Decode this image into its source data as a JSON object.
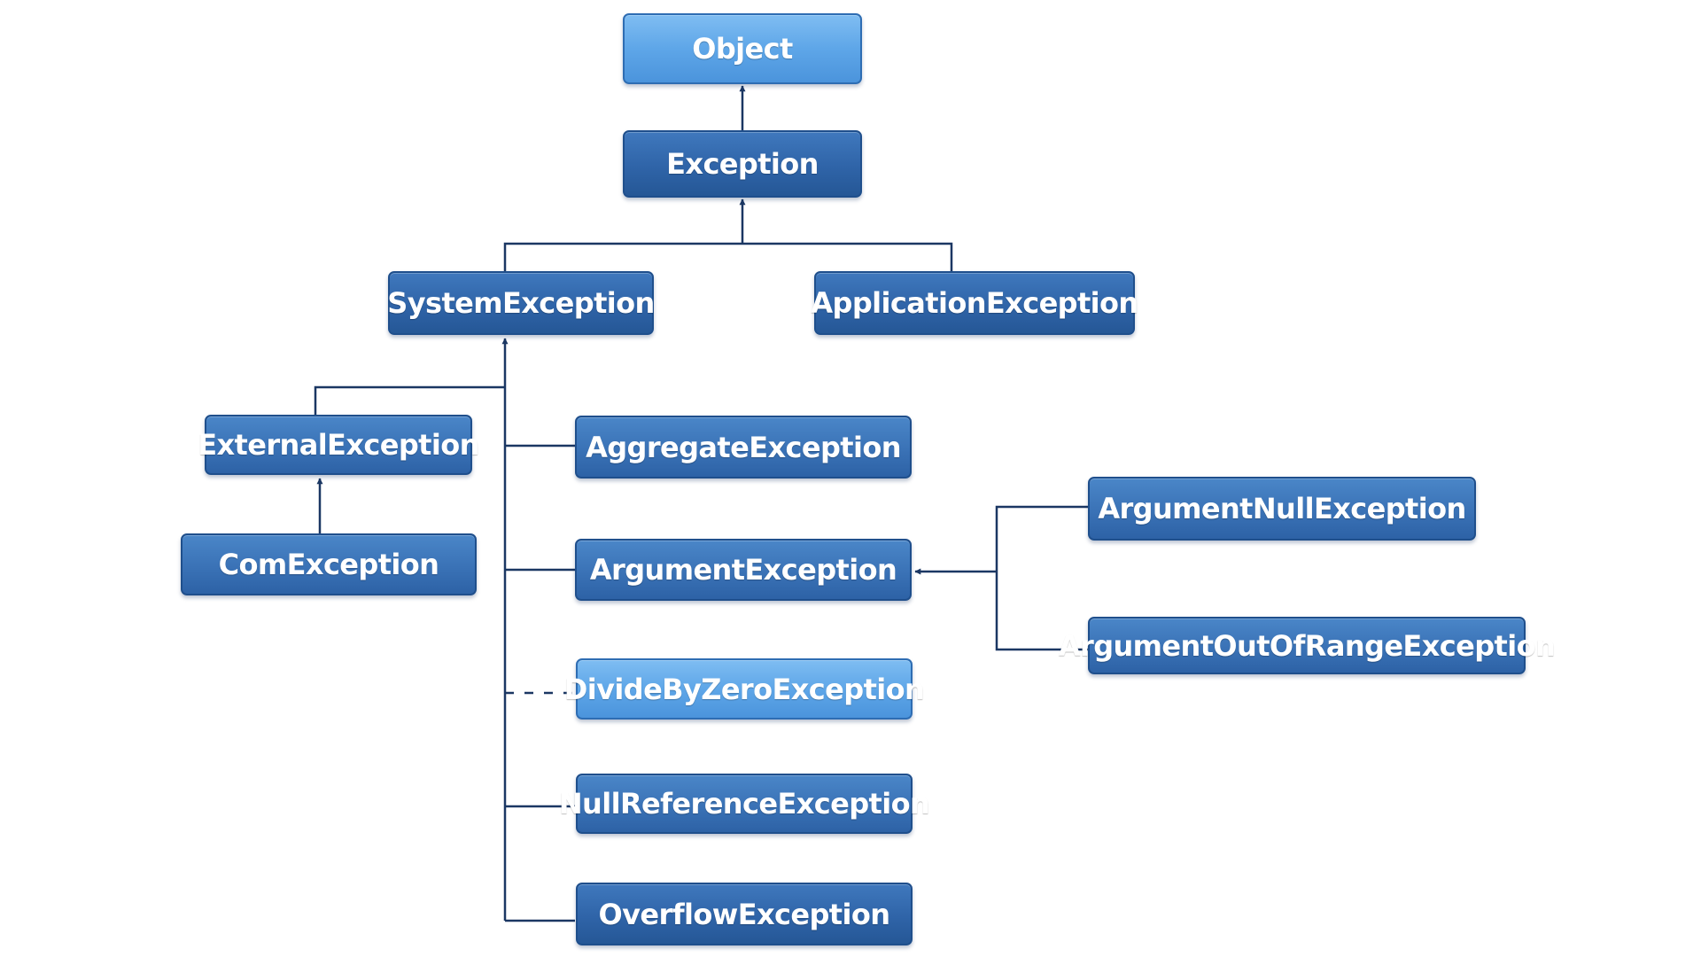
{
  "diagram": {
    "nodes": [
      {
        "id": "object",
        "label": "Object",
        "style": "light"
      },
      {
        "id": "exception",
        "label": "Exception",
        "style": "dark"
      },
      {
        "id": "system",
        "label": "SystemException",
        "style": "dark"
      },
      {
        "id": "application",
        "label": "ApplicationException",
        "style": "dark"
      },
      {
        "id": "external",
        "label": "ExternalException",
        "style": "normal"
      },
      {
        "id": "com",
        "label": "ComException",
        "style": "normal"
      },
      {
        "id": "aggregate",
        "label": "AggregateException",
        "style": "normal"
      },
      {
        "id": "argument",
        "label": "ArgumentException",
        "style": "normal"
      },
      {
        "id": "argnull",
        "label": "ArgumentNullException",
        "style": "normal"
      },
      {
        "id": "argrange",
        "label": "ArgumentOutOfRangeException",
        "style": "normal"
      },
      {
        "id": "dividezero",
        "label": "DivideByZeroException",
        "style": "light"
      },
      {
        "id": "nullref",
        "label": "NullReferenceException",
        "style": "normal"
      },
      {
        "id": "overflow",
        "label": "OverflowException",
        "style": "dark"
      }
    ],
    "relations": [
      {
        "child": "exception",
        "parent": "object"
      },
      {
        "child": "system",
        "parent": "exception"
      },
      {
        "child": "application",
        "parent": "exception"
      },
      {
        "child": "external",
        "parent": "system"
      },
      {
        "child": "aggregate",
        "parent": "system"
      },
      {
        "child": "argument",
        "parent": "system"
      },
      {
        "child": "dividezero",
        "parent": "system"
      },
      {
        "child": "nullref",
        "parent": "system"
      },
      {
        "child": "overflow",
        "parent": "system"
      },
      {
        "child": "com",
        "parent": "external"
      },
      {
        "child": "argnull",
        "parent": "argument"
      },
      {
        "child": "argrange",
        "parent": "argument"
      }
    ],
    "colors": {
      "line": "#1b3763",
      "box_border": "#1f4f8c",
      "box_fill": "#3a72b6",
      "box_fill_light": "#5ea6e8",
      "text": "#ffffff"
    }
  }
}
